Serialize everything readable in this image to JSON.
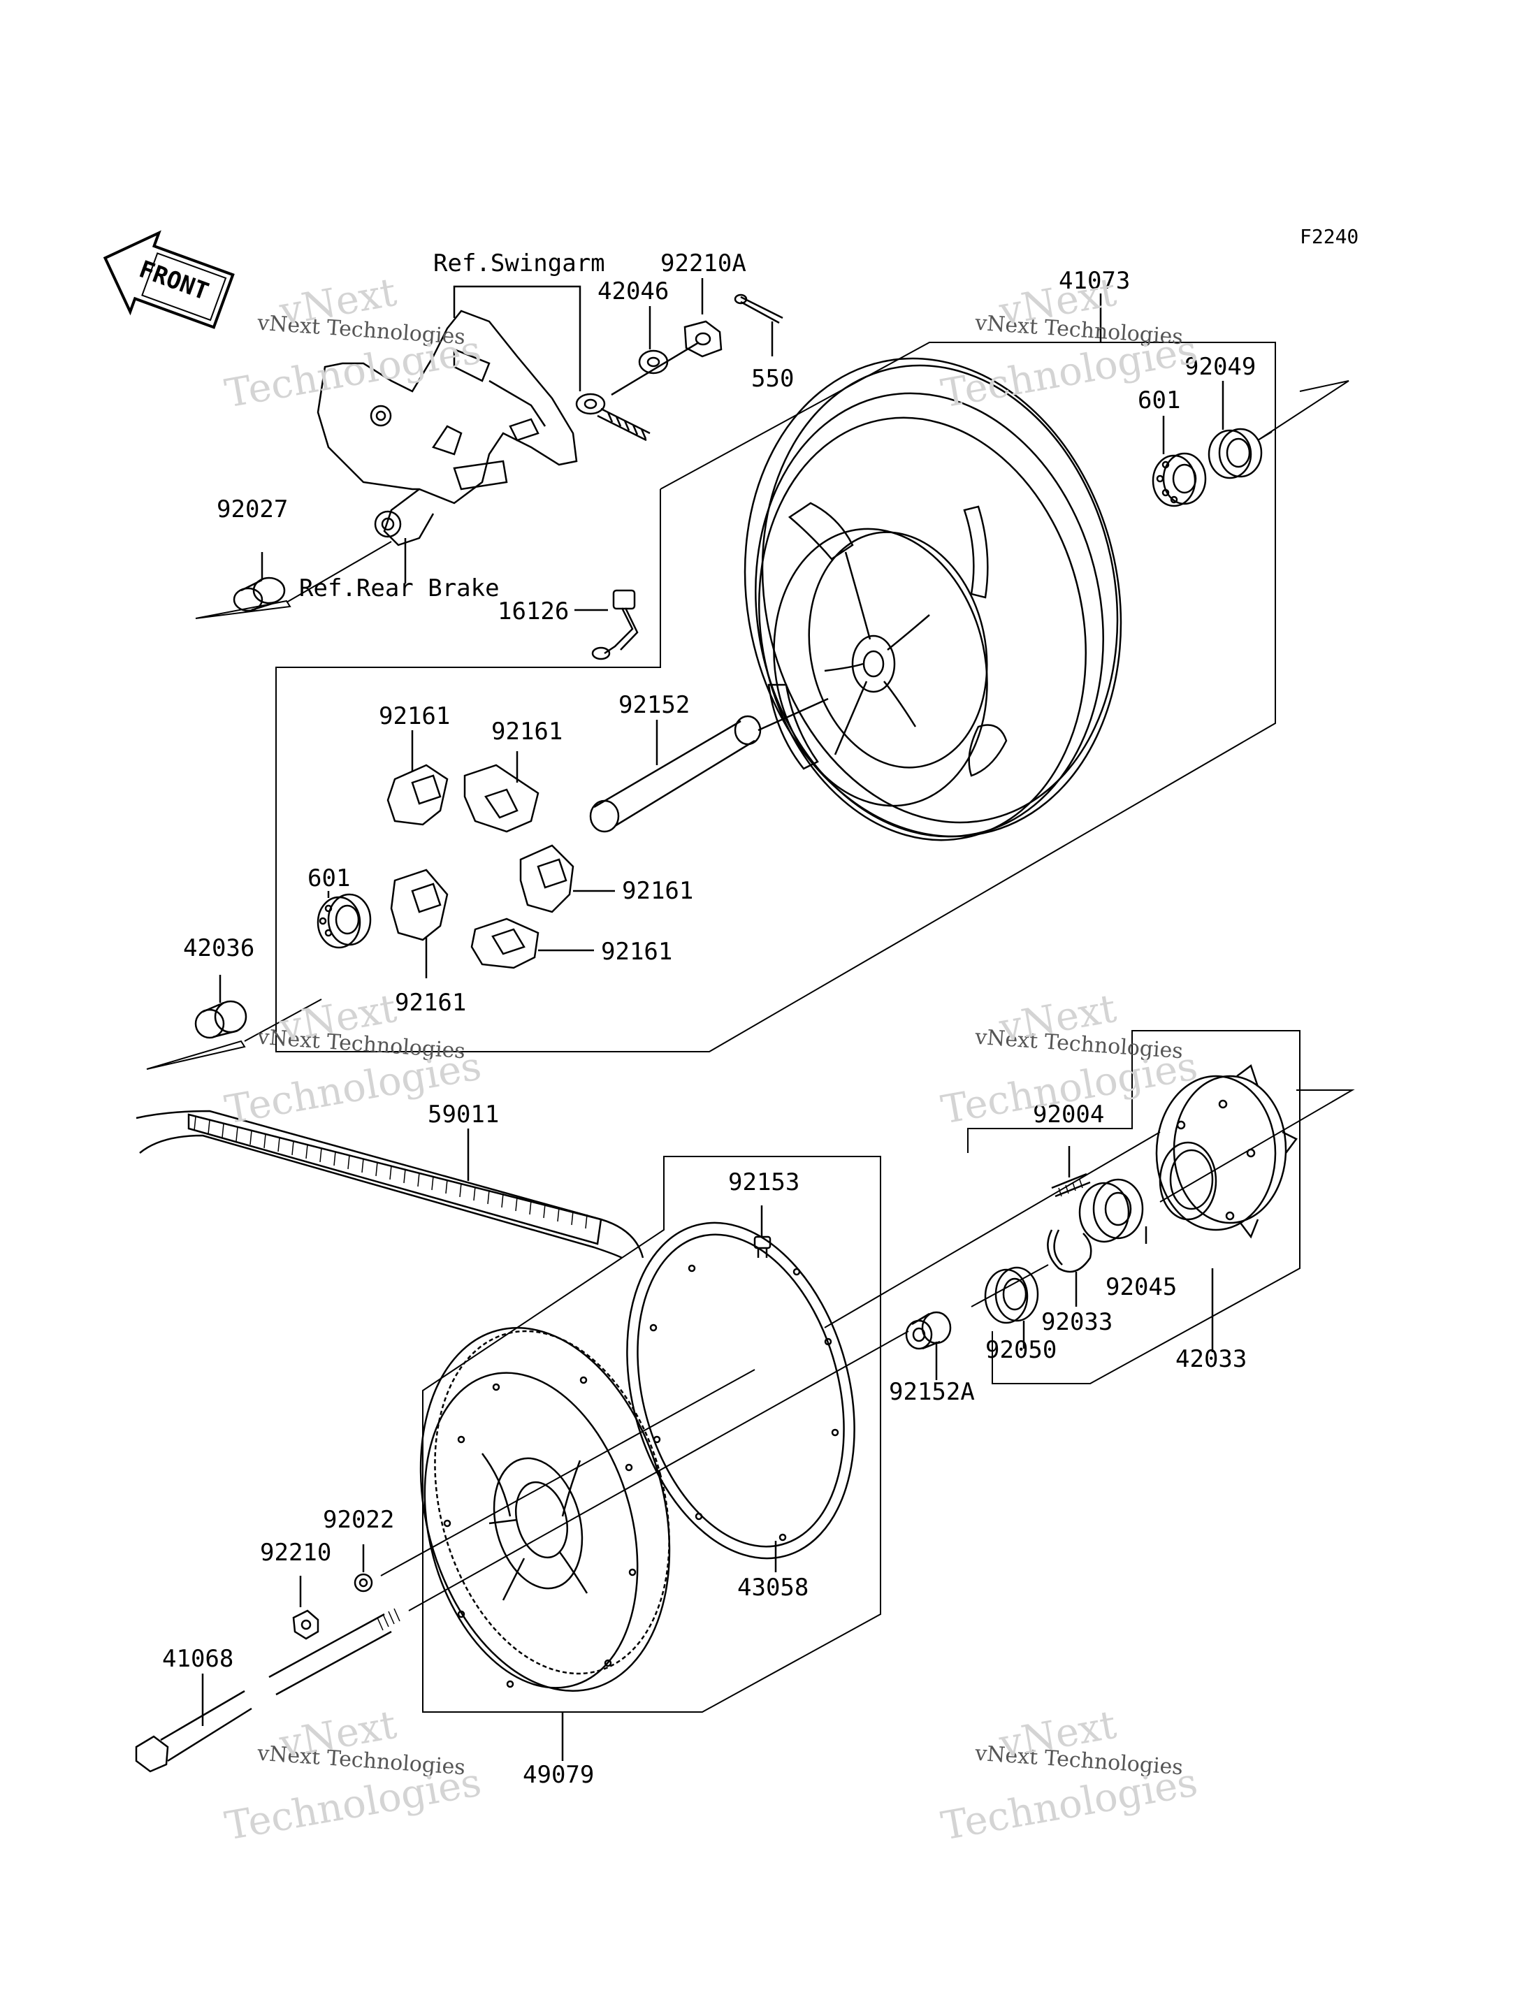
{
  "figure_code": "F2240",
  "front_badge": "FRONT",
  "references": {
    "swingarm": "Ref.Swingarm",
    "rear_brake": "Ref.Rear Brake"
  },
  "watermark": {
    "line1": "vNext Technologies",
    "line2": "vNext",
    "line3": "Technologies"
  },
  "parts": {
    "p92210A": "92210A",
    "p42046": "42046",
    "p550": "550",
    "p41073": "41073",
    "p92049": "92049",
    "p601_top": "601",
    "p92027": "92027",
    "p16126": "16126",
    "p92152": "92152",
    "p92161_a": "92161",
    "p92161_b": "92161",
    "p92161_c": "92161",
    "p92161_d": "92161",
    "p92161_e": "92161",
    "p601_left": "601",
    "p42036": "42036",
    "p59011": "59011",
    "p92004": "92004",
    "p92153": "92153",
    "p92045": "92045",
    "p92033": "92033",
    "p92050": "92050",
    "p42033": "42033",
    "p92152A": "92152A",
    "p92022": "92022",
    "p92210": "92210",
    "p43058": "43058",
    "p41068": "41068",
    "p49079": "49079"
  }
}
